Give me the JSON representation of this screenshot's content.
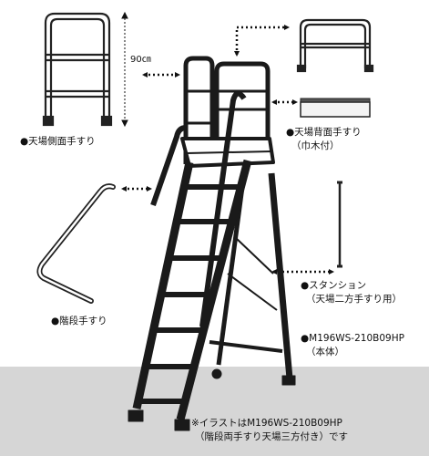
{
  "labels": {
    "side_rail": "●天場側面手すり",
    "back_rail_line1": "●天場背面手すり",
    "back_rail_line2": "（巾木付）",
    "stair_rail": "●階段手すり",
    "stanchion_line1": "●スタンション",
    "stanchion_line2": "（天場二方手すり用）",
    "body_line1": "●M196WS-210B09HP",
    "body_line2": "（本体）",
    "note_line1": "※イラストはM196WS-210B09HP",
    "note_line2": "（階段両手すり天場三方付き）です",
    "height_dim": "90㎝"
  },
  "colors": {
    "frame": "#333333",
    "ink": "#111111",
    "floor": "#d6d6d6"
  }
}
